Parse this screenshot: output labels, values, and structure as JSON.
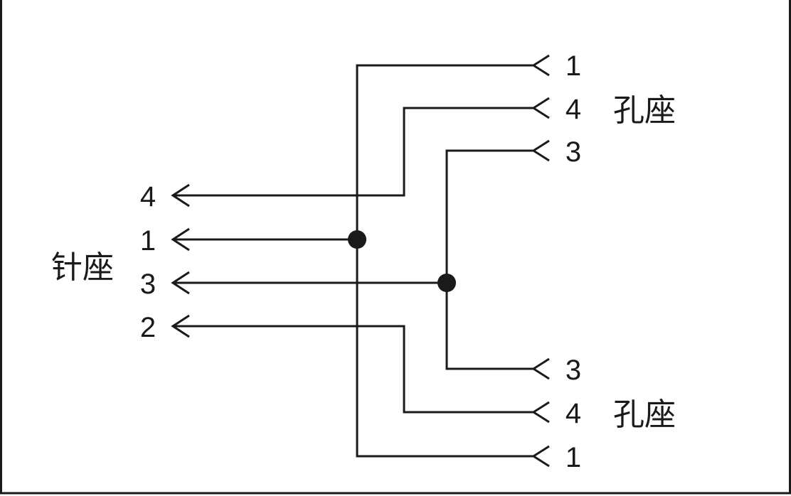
{
  "left_connector": {
    "label": "针座",
    "pins": [
      "4",
      "1",
      "3",
      "2"
    ]
  },
  "right_connector_top": {
    "label": "孔座",
    "pins": [
      "1",
      "4",
      "3"
    ]
  },
  "right_connector_bottom": {
    "label": "孔座",
    "pins": [
      "3",
      "4",
      "1"
    ]
  }
}
